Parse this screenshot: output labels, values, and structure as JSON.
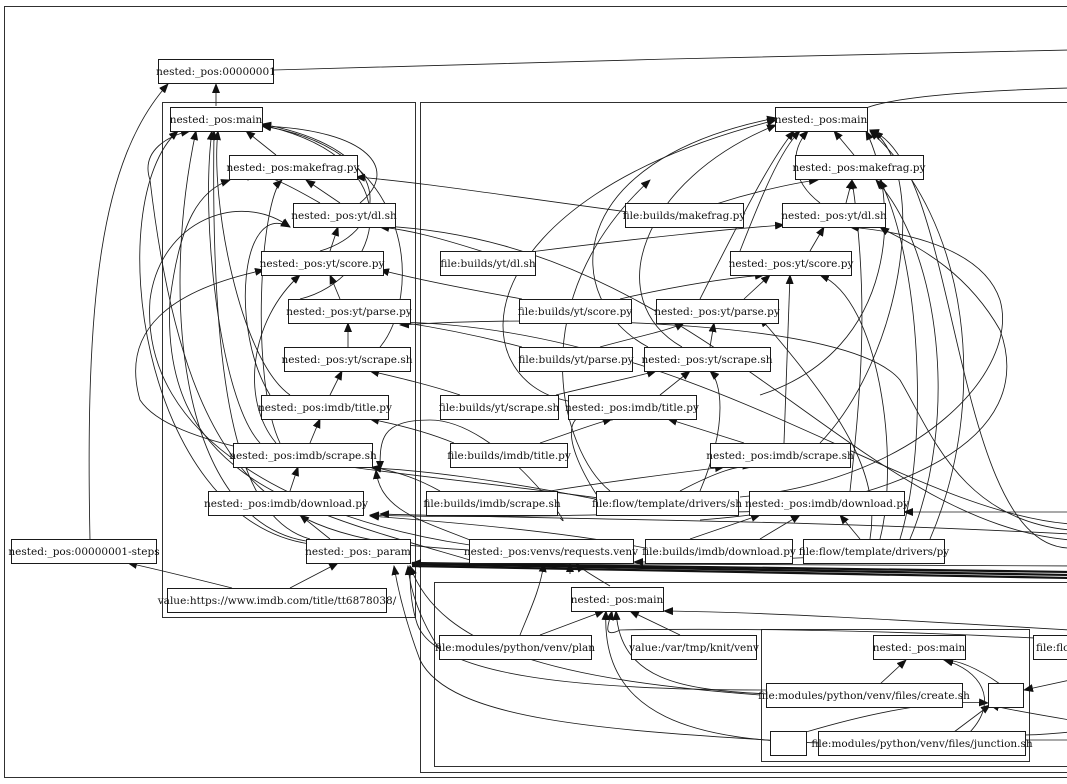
{
  "nodes": {
    "top_root": "nested:_pos:00000001",
    "steps": "nested:_pos:00000001-steps",
    "lmain": "nested:_pos:main",
    "lmakefrag": "nested:_pos:makefrag.py",
    "ldl": "nested:_pos:yt/dl.sh",
    "lscore": "nested:_pos:yt/score.py",
    "lparse": "nested:_pos:yt/parse.py",
    "lscrape": "nested:_pos:yt/scrape.sh",
    "limdbtitle": "nested:_pos:imdb/title.py",
    "limdbscrape": "nested:_pos:imdb/scrape.sh",
    "limdbdl": "nested:_pos:imdb/download.py",
    "param": "nested:_pos:_param",
    "value_url": "value:https://www.imdb.com/title/tt6878038/",
    "rmain": "nested:_pos:main",
    "rmakefrag": "nested:_pos:makefrag.py",
    "rdl": "nested:_pos:yt/dl.sh",
    "rscore": "nested:_pos:yt/score.py",
    "rparse": "nested:_pos:yt/parse.py",
    "rscrape": "nested:_pos:yt/scrape.sh",
    "rimdbtitle": "nested:_pos:imdb/title.py",
    "rimdbscrape": "nested:_pos:imdb/scrape.sh",
    "rimdbdl": "nested:_pos:imdb/download.py",
    "f_makefrag": "file:builds/makefrag.py",
    "f_dl": "file:builds/yt/dl.sh",
    "f_score": "file:builds/yt/score.py",
    "f_parse": "file:builds/yt/parse.py",
    "f_scrape": "file:builds/yt/scrape.sh",
    "f_imdbtitle": "file:builds/imdb/title.py",
    "f_imdbscrape": "file:builds/imdb/scrape.sh",
    "f_template_sh": "file:flow/template/drivers/sh",
    "f_imdbdl": "file:builds/imdb/download.py",
    "f_template_py": "file:flow/template/drivers/py",
    "venv": "nested:_pos:venvs/requests.venv",
    "vmain": "nested:_pos:main",
    "f_plan": "file:modules/python/venv/plan",
    "value_venv": "value:/var/tmp/knit/venv",
    "imain": "nested:_pos:main",
    "f_create": "file:modules/python/venv/files/create.sh",
    "f_junction": "file:modules/python/venv/files/junction.sh",
    "f_flow_cut": "file:flo"
  }
}
